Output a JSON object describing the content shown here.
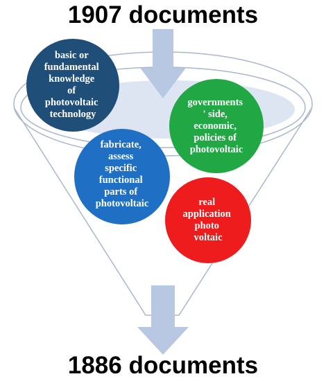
{
  "header": {
    "count_label": "1907 documents"
  },
  "footer": {
    "count_label": "1886 documents"
  },
  "circles": [
    {
      "lines": [
        "basic or",
        "fundamental",
        "knowledge",
        "of",
        "photovoltaic",
        "technology"
      ],
      "color": "#1f4e79"
    },
    {
      "lines": [
        "governments",
        "' side,",
        "economic,",
        "policies of",
        "photovoltaic"
      ],
      "color": "#21a845"
    },
    {
      "lines": [
        "fabricate,",
        "assess",
        "specific",
        "functional",
        "parts of",
        "photovoltaic"
      ],
      "color": "#1f6fc4"
    },
    {
      "lines": [
        "real",
        "application",
        "photo",
        "voltaic"
      ],
      "color": "#ee1c1c"
    }
  ],
  "colors": {
    "arrow": "#b8c7e2",
    "funnel_stroke": "#aab6cc",
    "funnel_inner": "#dde5f3"
  }
}
